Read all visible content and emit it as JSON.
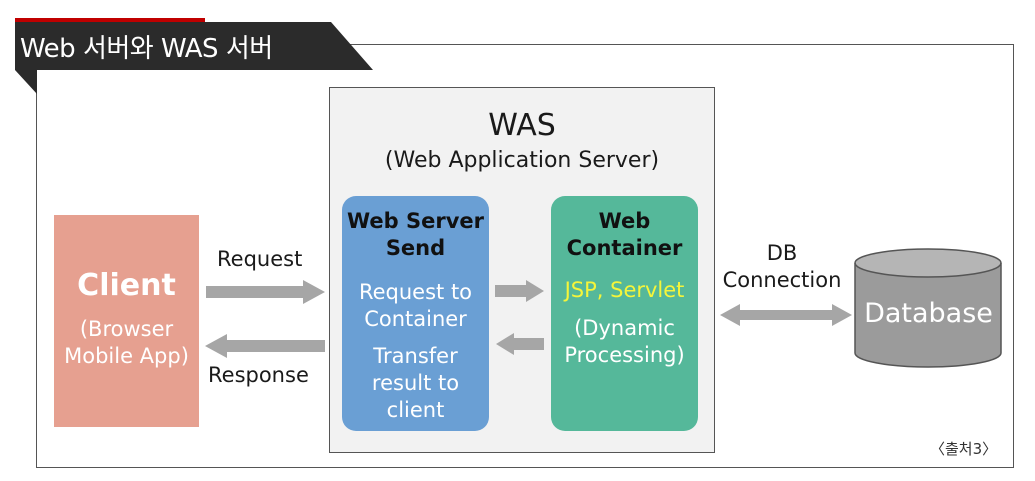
{
  "title": "Web 서버와 WAS 서버",
  "was": {
    "title": "WAS",
    "subtitle": "(Web Application Server)"
  },
  "client": {
    "title": "Client",
    "subtitle": "(Browser\nMobile App)"
  },
  "web_server": {
    "title": "Web Server\nSend",
    "text1": "Request to\nContainer",
    "text2": "Transfer\nresult to\nclient"
  },
  "web_container": {
    "title": "Web\nContainer",
    "tech": "JSP, Servlet",
    "processing": "(Dynamic\nProcessing)"
  },
  "arrows": {
    "request": "Request",
    "response": "Response",
    "db_connection": "DB\nConnection"
  },
  "database": {
    "label": "Database"
  },
  "source": "〈출처3〉",
  "colors": {
    "client": "#e6a090",
    "web_server": "#6a9fd4",
    "web_container": "#55b89a",
    "database": "#9b9b9b",
    "arrow": "#a6a6a6",
    "title_tab": "#2b2b2b",
    "accent": "#c00000",
    "highlight_text": "#f5f53a"
  }
}
